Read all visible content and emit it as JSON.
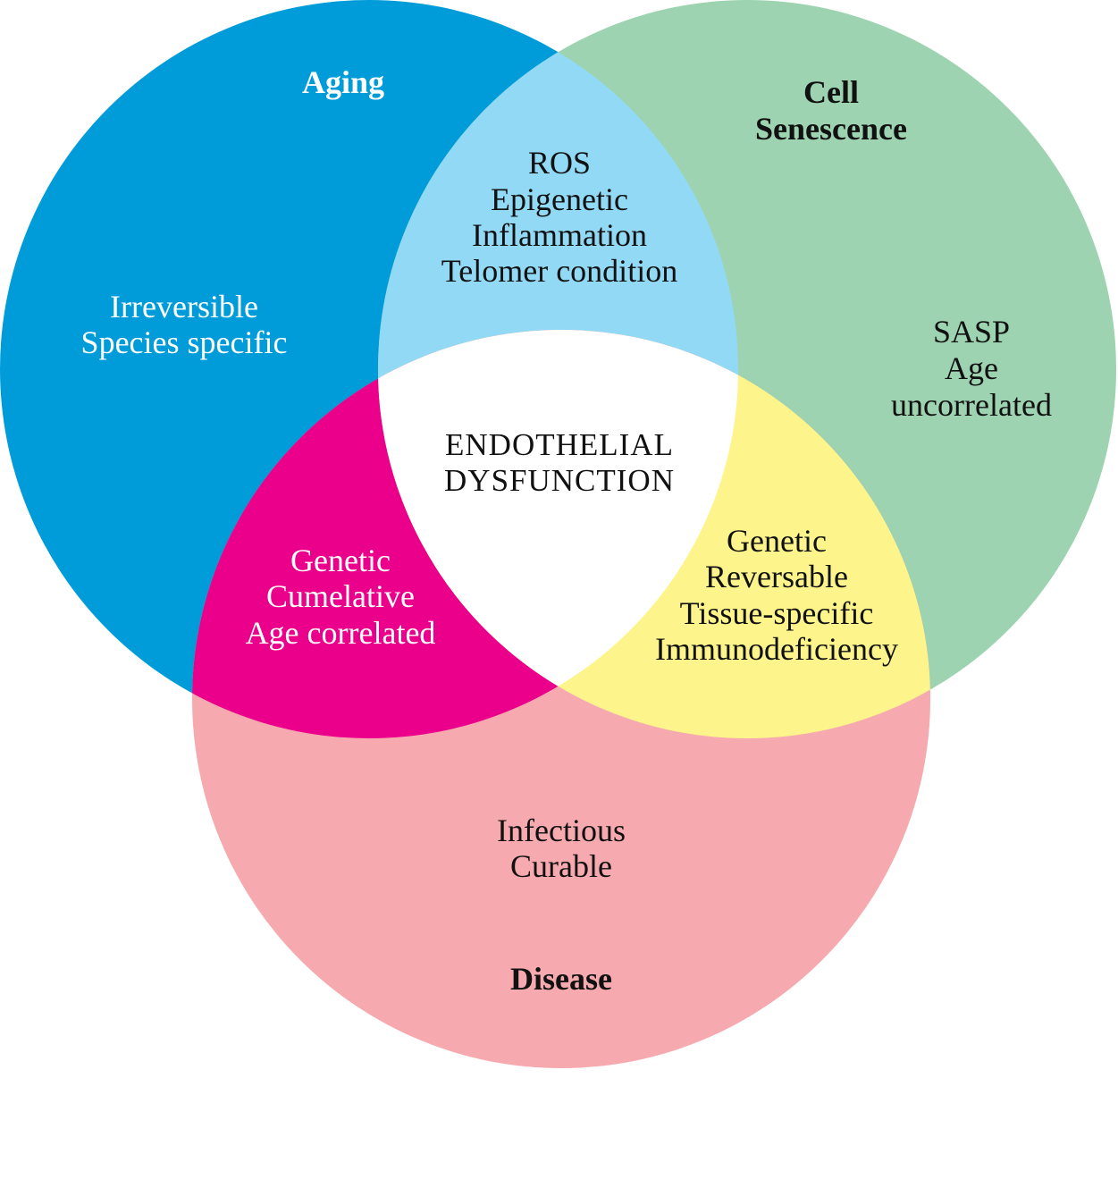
{
  "colors": {
    "aging": "#009cd9",
    "senescence": "#9dd3b0",
    "disease": "#f6aaaf",
    "aging_senescence": "#92d9f5",
    "aging_disease": "#ea008b",
    "senescence_disease": "#fdf58c",
    "center": "#ffffff"
  },
  "circles": {
    "aging": {
      "title": "Aging",
      "items": [
        "Irreversible",
        "Species specific"
      ]
    },
    "senescence": {
      "title_lines": [
        "Cell",
        "Senescence"
      ],
      "items": [
        "SASP",
        "Age",
        "uncorrelated"
      ]
    },
    "disease": {
      "title": "Disease",
      "items": [
        "Infectious",
        "Curable"
      ]
    }
  },
  "overlaps": {
    "aging_senescence": [
      "ROS",
      "Epigenetic",
      "Inflammation",
      "Telomer condition"
    ],
    "aging_disease": [
      "Genetic",
      "Cumelative",
      "Age correlated"
    ],
    "senescence_disease": [
      "Genetic",
      "Reversable",
      "Tissue-specific",
      "Immunodeficiency"
    ]
  },
  "center": [
    "ENDOTHELIAL",
    "DYSFUNCTION"
  ]
}
